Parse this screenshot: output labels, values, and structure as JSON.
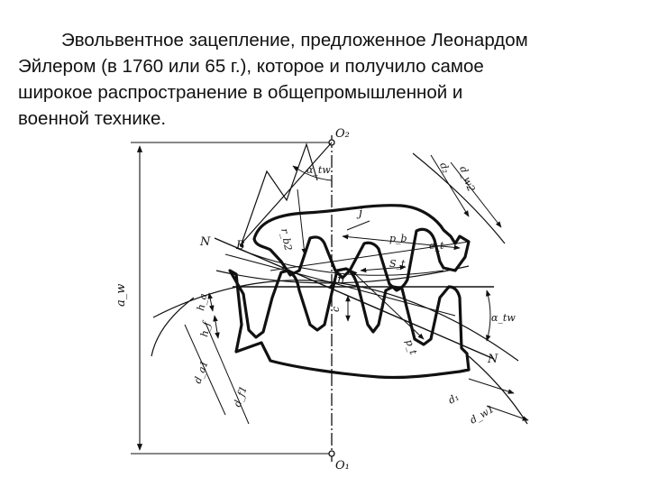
{
  "caption": {
    "lines": [
      "Эвольвентное зацепление, предложенное Леонардом",
      "Эйлером (в 1760 или 65 г.), которое и получило самое",
      "широкое распространение в общепромышленной и",
      "военной технике."
    ]
  },
  "figure": {
    "labels": {
      "o2": "O₂",
      "o1": "O₁",
      "alpha_top": "α_tw",
      "alpha_right": "α_tw",
      "d_w2": "d_w2",
      "d2": "d₂",
      "rb2": "r_b2",
      "j": "j",
      "pb": "p_b",
      "et": "e_t",
      "st": "S_t",
      "pt": "p_t",
      "pole": "п",
      "n_left": "N",
      "n_right": "N",
      "b": "B",
      "aw": "a_w",
      "ha": "h_a",
      "hf": "h_f",
      "c": "c",
      "da1": "d_a1",
      "df1": "d_f1",
      "d1": "d₁",
      "dw1": "d_w1"
    }
  }
}
